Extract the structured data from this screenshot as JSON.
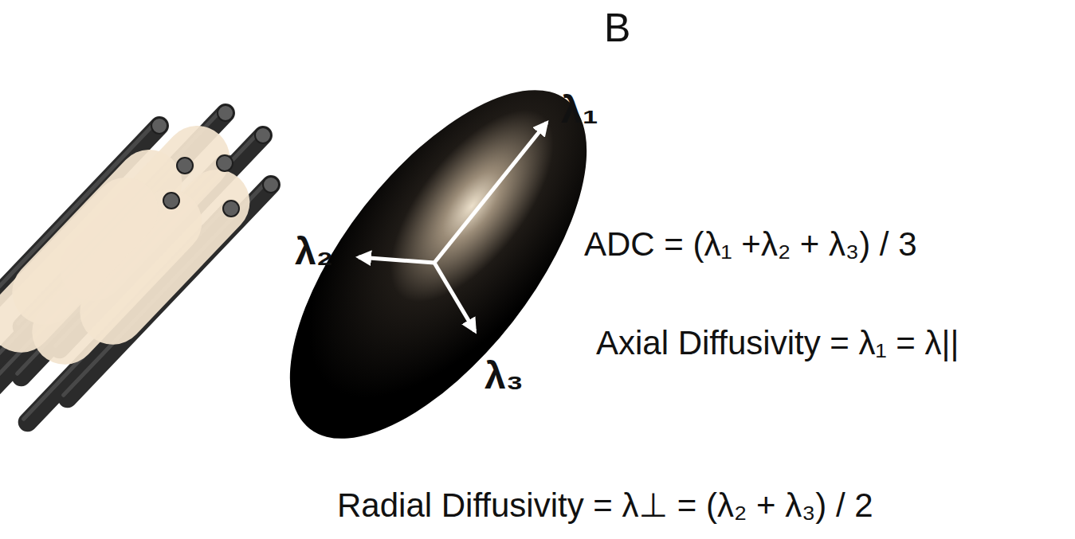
{
  "diagram": {
    "title": "B",
    "labels": [
      "λ₁",
      "λ₂",
      "λ₃",
      "ADC = (λ₁ +λ₂ + λ₃) / 3",
      "Axial Diffusivity = λ₁ = λ||",
      "Radial Diffusivity = λ⊥ = (λ₂ + λ₃) / 2"
    ]
  }
}
